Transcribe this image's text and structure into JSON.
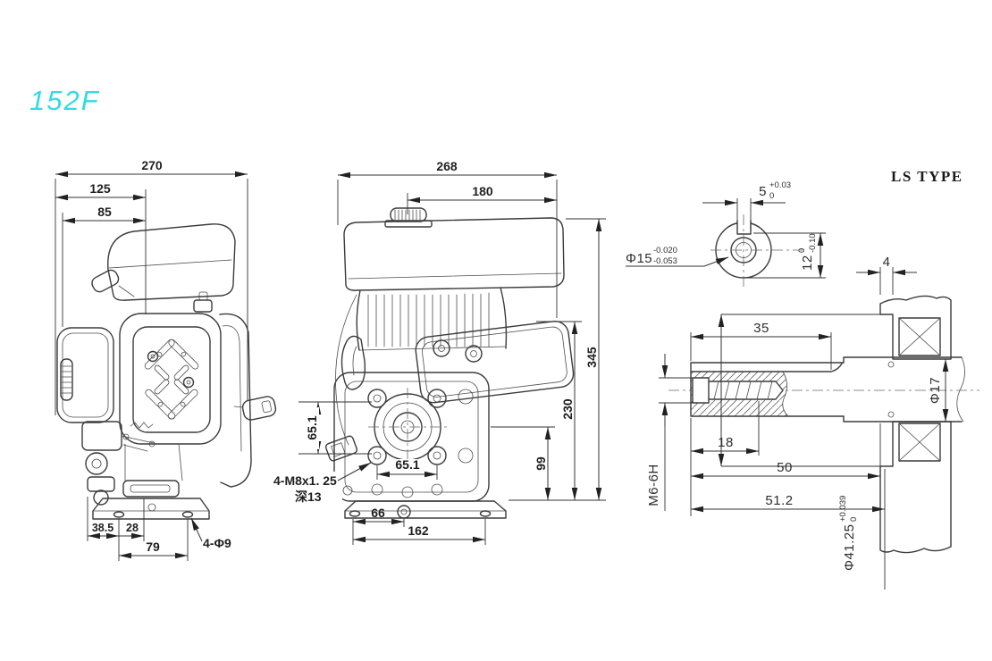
{
  "page": {
    "model_label": "152F",
    "accent_color": "#35d9e6",
    "line_color": "#3b3b3b",
    "type_label": "LS TYPE"
  },
  "left_view": {
    "dim_overall_width": "270",
    "dim_125": "125",
    "dim_85": "85",
    "dim_38_5": "38.5",
    "dim_28": "28",
    "dim_79": "79",
    "mount_holes_label": "4-Φ9"
  },
  "front_view": {
    "dim_overall_width": "268",
    "dim_180": "180",
    "dim_height_345": "345",
    "dim_230": "230",
    "dim_99": "99",
    "dim_bolt_vertical": "65.1",
    "dim_bolt_horizontal": "65.1",
    "dim_66": "66",
    "dim_162": "162",
    "thread_callout_line1": "4-M8x1. 25",
    "thread_callout_line2": "深13"
  },
  "shaft_detail": {
    "dim_35": "35",
    "dim_18": "18",
    "dim_50": "50",
    "dim_51_2": "51.2",
    "dim_4": "4",
    "thread_label": "M6-6H",
    "boss_dia": "Φ17",
    "key_width": {
      "v": "5",
      "u": "+0.03",
      "l": "0"
    },
    "shaft_dia": {
      "v": "Φ15",
      "u": "-0.020",
      "l": "-0.053"
    },
    "key_height": {
      "v": "12",
      "u": "0",
      "l": "-0.10"
    },
    "bore_dia": {
      "v": "Φ41.25",
      "u": "+0.039",
      "l": "0"
    }
  }
}
